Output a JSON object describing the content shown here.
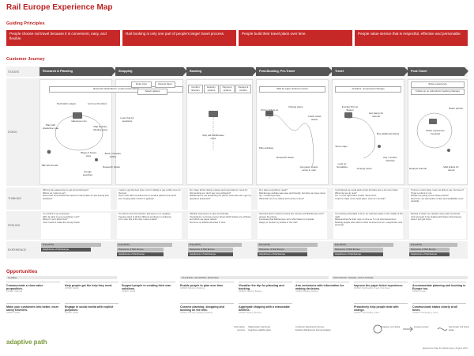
{
  "title": "Rail Europe Experience Map",
  "guiding_principles": {
    "heading": "Guiding Principles",
    "items": [
      "People choose rail travel because it is convenient, easy, and flexible.",
      "Rail booking is only one part of people's larger travel process.",
      "People build their travel plans over time.",
      "People value service that is respectful, effective and personable."
    ]
  },
  "journey": {
    "heading": "Customer Journey",
    "row_labels": {
      "stages": "STAGES",
      "doing": "DOING",
      "thinking": "THINKING",
      "feeling": "FEELING",
      "experience": "EXPERIENCE"
    },
    "stages": [
      "Research & Planning",
      "Shopping",
      "Booking",
      "Post-Booking, Pre-Travel",
      "Travel",
      "Post-Travel"
    ],
    "doing": {
      "research_top": "Research destinations, routes and products",
      "shop_top": [
        "Enter trips",
        "Review fares",
        "Select passes"
      ],
      "book_top": [
        "Confirm itinerary",
        "Delivery options",
        "Payment options",
        "Review & confirm"
      ],
      "post_top": "Wait for paper tickets to arrive",
      "travel_top": "Activities, unexpected changes",
      "posttravel_top": [
        "Share experience",
        "Follow up on refunds for booking changes"
      ],
      "research_nodes": [
        "Destination pages",
        "Look up itineraries",
        "Plan with interactive map",
        "raileurope.com",
        "Map itinerary (finding pass)",
        "Look chat for questions",
        "Blogs & Travel sites",
        "Book, compare airfare",
        "Talk with friends",
        "Google searches",
        "Research hotels"
      ],
      "booking_nodes": [
        "May call if difficulties occur"
      ],
      "post_nodes": [
        "Print e-tickets at home",
        "Change plans",
        "Check travel status",
        "Plan activities",
        "Research hotels",
        "Get paper tickets arrive in mail"
      ],
      "travel_nodes": [
        "E-ticket Print at Station",
        "Get stamp for refunds",
        "Buy additional tickets",
        "Store maps",
        "Look up timetables",
        "Arrange travel",
        "Pay / confirm activities"
      ],
      "posttravel_nodes": [
        "Share photos",
        "Share experience (reviews)",
        "Request refunds",
        "Mail tickets for refund"
      ]
    },
    "thinking": [
      [
        "What is the easiest way to get around Europe?",
        "Where do I want to go?",
        "How much time should I/we spend in each place for site seeing and activities?"
      ],
      [
        "I want to get the best price, but I'm willing to pay a little more for the best.",
        "How much will one ticket cost or would a pass be the best?",
        "Am I buying what I think I'm getting?"
      ],
      [
        "Do I have all the tickets, passes and reservations I need for this booking so I don't pay more shipping?",
        "Rail Europe is not answering the phone. How else can I get my questions answered?"
      ],
      [
        "Do I have everything I need?",
        "Rail Europe website was easy and friendly, but when an issue came up, I couldn't get help.",
        "What will I do if my tickets don't arrive in time?"
      ],
      [
        "I just figured we could grab a train but there are a lot more trains. What can we do now?",
        "Am I on the right train? It said, 'what next?'",
        "I want to make more travel plans. How do I do that?"
      ],
      [
        "Trying to return ticket I was not able to use. Not sure if I'll get a refund or not.",
        "People are going to love these photos!",
        "Next time, we will explore routes and availability more carefully."
      ]
    ],
    "feeling": [
      [
        "I'm excited to go to Europe!",
        "Will I be able to see everything I can?",
        "What if I can't afford this?",
        "I don't want to make the wrong choice."
      ],
      [
        "It's hard to trust Trip Advisor. Everyone is so negative.",
        "Keeping track of all the different products is confusing.",
        "Am I sure this is the fare I want to take?"
      ],
      [
        "Website experience is easy and friendly.",
        "Frustrated to not know sooner about which tickets are eTickets and which are paper tickets.",
        "Not sure my tickets will arrive in time."
      ],
      [
        "Stressed that I'm about to leave the country and Rail Europe won't answer the phone.",
        "Frustrated that Rail Europe won't ship tickets to Canada.",
        "Happy to receive my tickets in the mail!"
      ],
      [
        "I am feeling vulnerable to be in an unknown place in the middle of the night.",
        "Relieved that the train runs on time so I'm not inconvenienced.",
        "Meeting people who want to show us around is fun, unexpected, and personal."
      ],
      [
        "Excited to share my vacation story with my friends.",
        "A bit annoyed to be dealing with ticket refund issues when I just got home."
      ]
    ],
    "experience": [
      [
        "Enjoyability",
        "Helpfulness of Rail Europe"
      ],
      [
        "Enjoyability",
        "Relevance of Rail Europe",
        "Helpfulness of Rail Europe"
      ],
      [
        "Enjoyability",
        "Relevance of Rail Europe",
        "Helpfulness of Rail Europe"
      ],
      [
        "Enjoyability",
        "Relevance of Rail Europe",
        "Helpfulness of Rail Europe"
      ],
      [
        "Enjoyability",
        "Relevance of Rail Europe",
        "Helpfulness of Rail Europe"
      ],
      [
        "Enjoyability",
        "Relevance of Rail Europe",
        "Helpfulness of Rail Europe"
      ]
    ]
  },
  "opportunities": {
    "heading": "Opportunities",
    "bands": [
      "GLOBAL",
      "PLANNING, SHOPPING, BOOKING",
      "POST-BOOK, TRAVEL, POST-TRAVEL"
    ],
    "items": [
      {
        "title": "Communicate a clear value proposition.",
        "tag": "GP4020: Initial nail"
      },
      {
        "title": "Help people get the help they need.",
        "tag": "GP4020: Global"
      },
      {
        "title": "Support people in creating their own solutions.",
        "tag": "GP4020: Global"
      },
      {
        "title": "Enable people to plan over time.",
        "tag": "GP4020: Planning, Shopping"
      },
      {
        "title": "Visualize the trip for planning and booking.",
        "tag": "GP4020: Planning, Booking"
      },
      {
        "title": "Arm customers with information for making decisions.",
        "tag": "GP4020: Booking, Booking"
      },
      {
        "title": "Improve the paper ticket experience.",
        "tag": "GP4020: Post-Booking, Travel, Post-Travel"
      },
      {
        "title": "Accommodate planning and booking in Europe too.",
        "tag": "GP4020: Travel"
      },
      {
        "title": "Make your customers into better, more savvy travelers.",
        "tag": "GP4020: Global"
      },
      {
        "title": "Engage in social media with explicit purposes.",
        "tag": "GP4020: Global"
      },
      {
        "title": "Connect planning, shopping and booking on the web.",
        "tag": "GP4020: Planning, Shopping, Booking"
      },
      {
        "title": "Aggregate shipping with a reasonable timeline.",
        "tag": "GP4020: Booking, Booking"
      },
      {
        "title": "Proactively help people deal with change.",
        "tag": "GP4020: Post-Booking, Travel"
      },
      {
        "title": "Communicate status clearly at all times.",
        "tag": "GP4020: Post-Booking, Travel"
      }
    ]
  },
  "legend": {
    "info_label": "Information sources",
    "sources": [
      "Stakeholder interviews",
      "Cognitive walkthroughs",
      "Customer Experience Survey",
      "Existing Rail Europe Documentation"
    ],
    "keys": [
      "Ongoing, non-linear",
      "Linear process",
      "Non-linear, but linear tasks"
    ]
  },
  "footer": {
    "logo": "adaptive path",
    "credit": "Experience Map for Rail Europe  |  August 2011"
  },
  "colors": {
    "accent": "#c62828",
    "stage": "#555555"
  }
}
